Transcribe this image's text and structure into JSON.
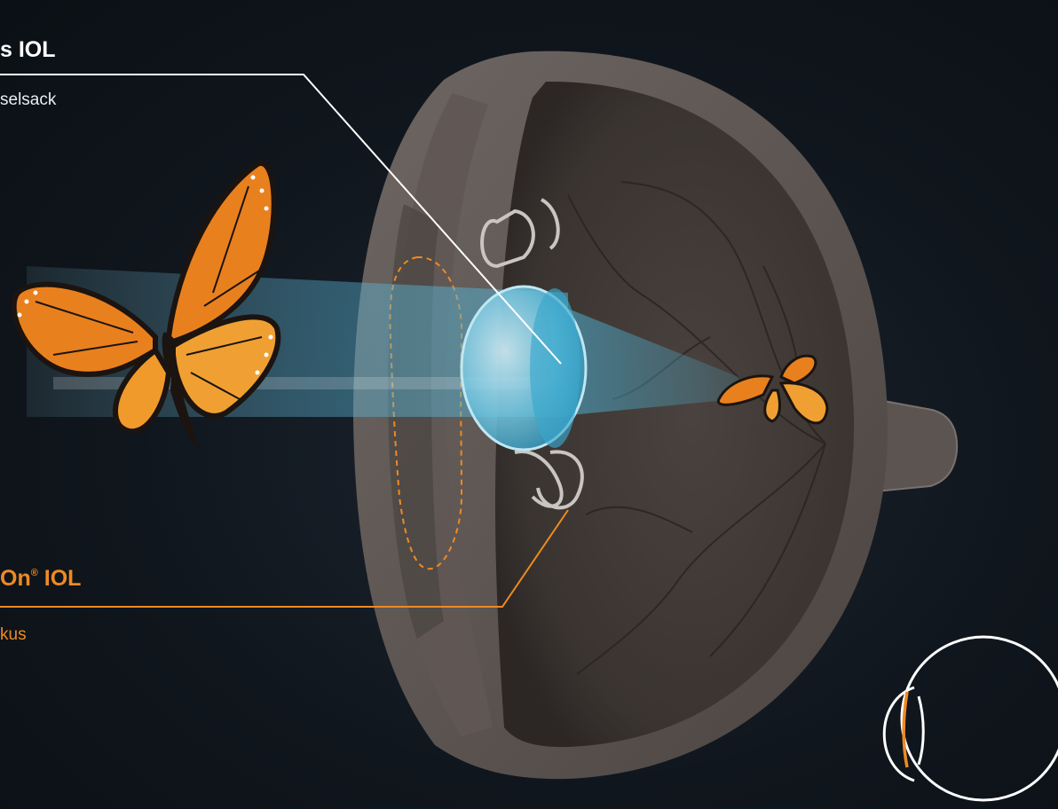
{
  "labels": {
    "top_title": "s IOL",
    "top_subtitle": "selsack",
    "bottom_title_main": "On",
    "bottom_title_mark": "®",
    "bottom_title_suffix": " IOL",
    "bottom_subtitle": "kus"
  },
  "colors": {
    "background": "#10161d",
    "eye_wall": "#5a524e",
    "eye_inner": "#3b3532",
    "lens_blue": "#4fb8d8",
    "light_beam": "#6fc6e2",
    "orange_accent": "#ee8a22",
    "white_line": "#ffffff"
  },
  "icons": [
    "butterfly-large",
    "butterfly-small",
    "eye-cross-section",
    "mini-eye-lens-icon"
  ]
}
